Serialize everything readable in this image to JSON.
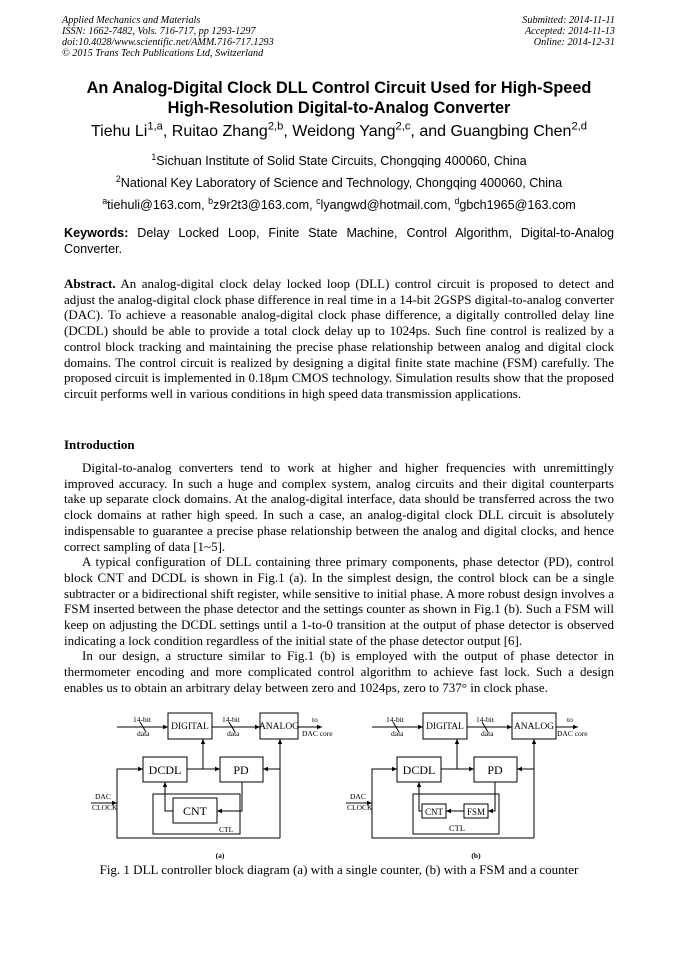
{
  "header": {
    "left": [
      "Applied Mechanics and Materials",
      "ISSN: 1662-7482, Vols. 716-717, pp 1293-1297",
      "doi:10.4028/www.scientific.net/AMM.716-717.1293",
      "© 2015 Trans Tech Publications Ltd, Switzerland"
    ],
    "right": [
      "Submitted: 2014-11-11",
      "Accepted: 2014-11-13",
      "Online: 2014-12-31"
    ]
  },
  "title": [
    "An Analog-Digital Clock DLL Control Circuit Used for High-Speed",
    "High-Resolution Digital-to-Analog Converter"
  ],
  "authors": [
    {
      "name": "Tiehu Li",
      "sup": "1,a",
      "sep": ", "
    },
    {
      "name": "Ruitao Zhang",
      "sup": "2,b",
      "sep": ", "
    },
    {
      "name": "Weidong Yang",
      "sup": "2,c",
      "sep": ", and "
    },
    {
      "name": "Guangbing Chen",
      "sup": "2,d",
      "sep": ""
    }
  ],
  "affiliations": [
    {
      "sup": "1",
      "text": "Sichuan Institute of Solid State Circuits, Chongqing 400060, China"
    },
    {
      "sup": "2",
      "text": "National Key Laboratory of Science and Technology, Chongqing 400060, China"
    }
  ],
  "emails": [
    {
      "sup": "a",
      "text": "tiehuli@163.com, "
    },
    {
      "sup": "b",
      "text": "z9r2t3@163.com, "
    },
    {
      "sup": "c",
      "text": "lyangwd@hotmail.com, "
    },
    {
      "sup": "d",
      "text": "gbch1965@163.com"
    }
  ],
  "keywords": {
    "label": "Keywords:",
    "text": " Delay Locked Loop, Finite State Machine, Control Algorithm, Digital-to-Analog Converter."
  },
  "abstract": {
    "label": "Abstract.",
    "text": " An analog-digital clock delay locked loop (DLL) control circuit is proposed to detect and adjust the analog-digital clock phase difference in real time in a 14-bit 2GSPS digital-to-analog converter (DAC). To achieve a reasonable analog-digital clock phase difference, a digitally controlled delay line (DCDL) should be able to provide a total clock delay up to 1024ps. Such fine control is realized by a control block tracking and maintaining the precise phase relationship between analog and digital clock domains. The control circuit is realized by designing a digital finite state machine (FSM) carefully. The proposed circuit is implemented in 0.18μm CMOS technology. Simulation results show that the proposed circuit performs well in various conditions in high speed data transmission applications."
  },
  "introduction": {
    "heading": "Introduction",
    "paragraphs": [
      "Digital-to-analog converters tend to work at higher and higher frequencies with unremittingly improved accuracy. In such a huge and complex system, analog circuits and their digital counterparts take up separate clock domains. At the analog-digital interface, data should be transferred across the two clock domains at rather high speed. In such a case, an analog-digital clock DLL circuit is absolutely indispensable to guarantee a precise phase relationship between the analog and digital clocks, and hence correct sampling of data [1~5].",
      "A typical configuration of DLL containing three primary components, phase detector (PD), control block CNT and DCDL is shown in Fig.1 (a). In the simplest design, the control block can be a single subtracter or a bidirectional shift register, while sensitive to initial phase. A more robust design involves a FSM inserted between the phase detector and the settings counter as shown in Fig.1 (b). Such a FSM will keep on adjusting the DCDL settings until a 1-to-0 transition at the output of phase detector is observed indicating a lock condition regardless of the initial state of the phase detector output [6].",
      "In our design, a structure similar to Fig.1 (b) is employed with the output of phase detector in thermometer encoding and more complicated control algorithm to achieve fast lock. Such a design enables us to obtain an arbitrary delay between zero and 1024ps, zero to 737° in clock phase."
    ]
  },
  "figure": {
    "labels": {
      "bits_in": "14-bit",
      "data_in": "data",
      "digital": "DIGITAL",
      "bits_mid": "14-bit",
      "data_mid": "data",
      "analog": "ANALOG",
      "to": "to",
      "dac_core": "DAC core",
      "dcdl": "DCDL",
      "pd": "PD",
      "cnt": "CNT",
      "fsm": "FSM",
      "ctl": "CTL",
      "dac": "DAC",
      "clock": "CLOCK"
    },
    "sub_a": "(a)",
    "sub_b": "(b)",
    "caption": "Fig. 1 DLL controller block diagram (a) with a single counter, (b) with a FSM and a counter"
  }
}
